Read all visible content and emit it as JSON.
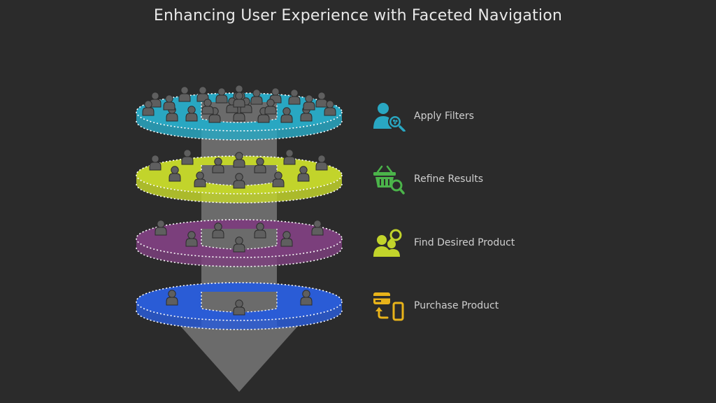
{
  "title": "Enhancing User Experience with Faceted Navigation",
  "steps": [
    {
      "label": "Apply Filters",
      "color": "#29a7c2",
      "icon": "user-search-icon",
      "people_on_ring": 25
    },
    {
      "label": "Refine Results",
      "color": "#c2d42b",
      "icon": "basket-search-icon",
      "people_on_ring": 12
    },
    {
      "label": "Find Desired Product",
      "color": "#7b3f7c",
      "icon": "people-search-icon",
      "people_on_ring": 7
    },
    {
      "label": "Purchase Product",
      "color": "#2a5cd6",
      "icon": "card-phone-payment-icon",
      "people_on_ring": 3
    }
  ],
  "icon_colors": [
    "#29a7c2",
    "#4bb44a",
    "#c2d42b",
    "#e8b31a"
  ],
  "shaft_color": "#6b6b6b",
  "person_color": "#5f5f5f"
}
